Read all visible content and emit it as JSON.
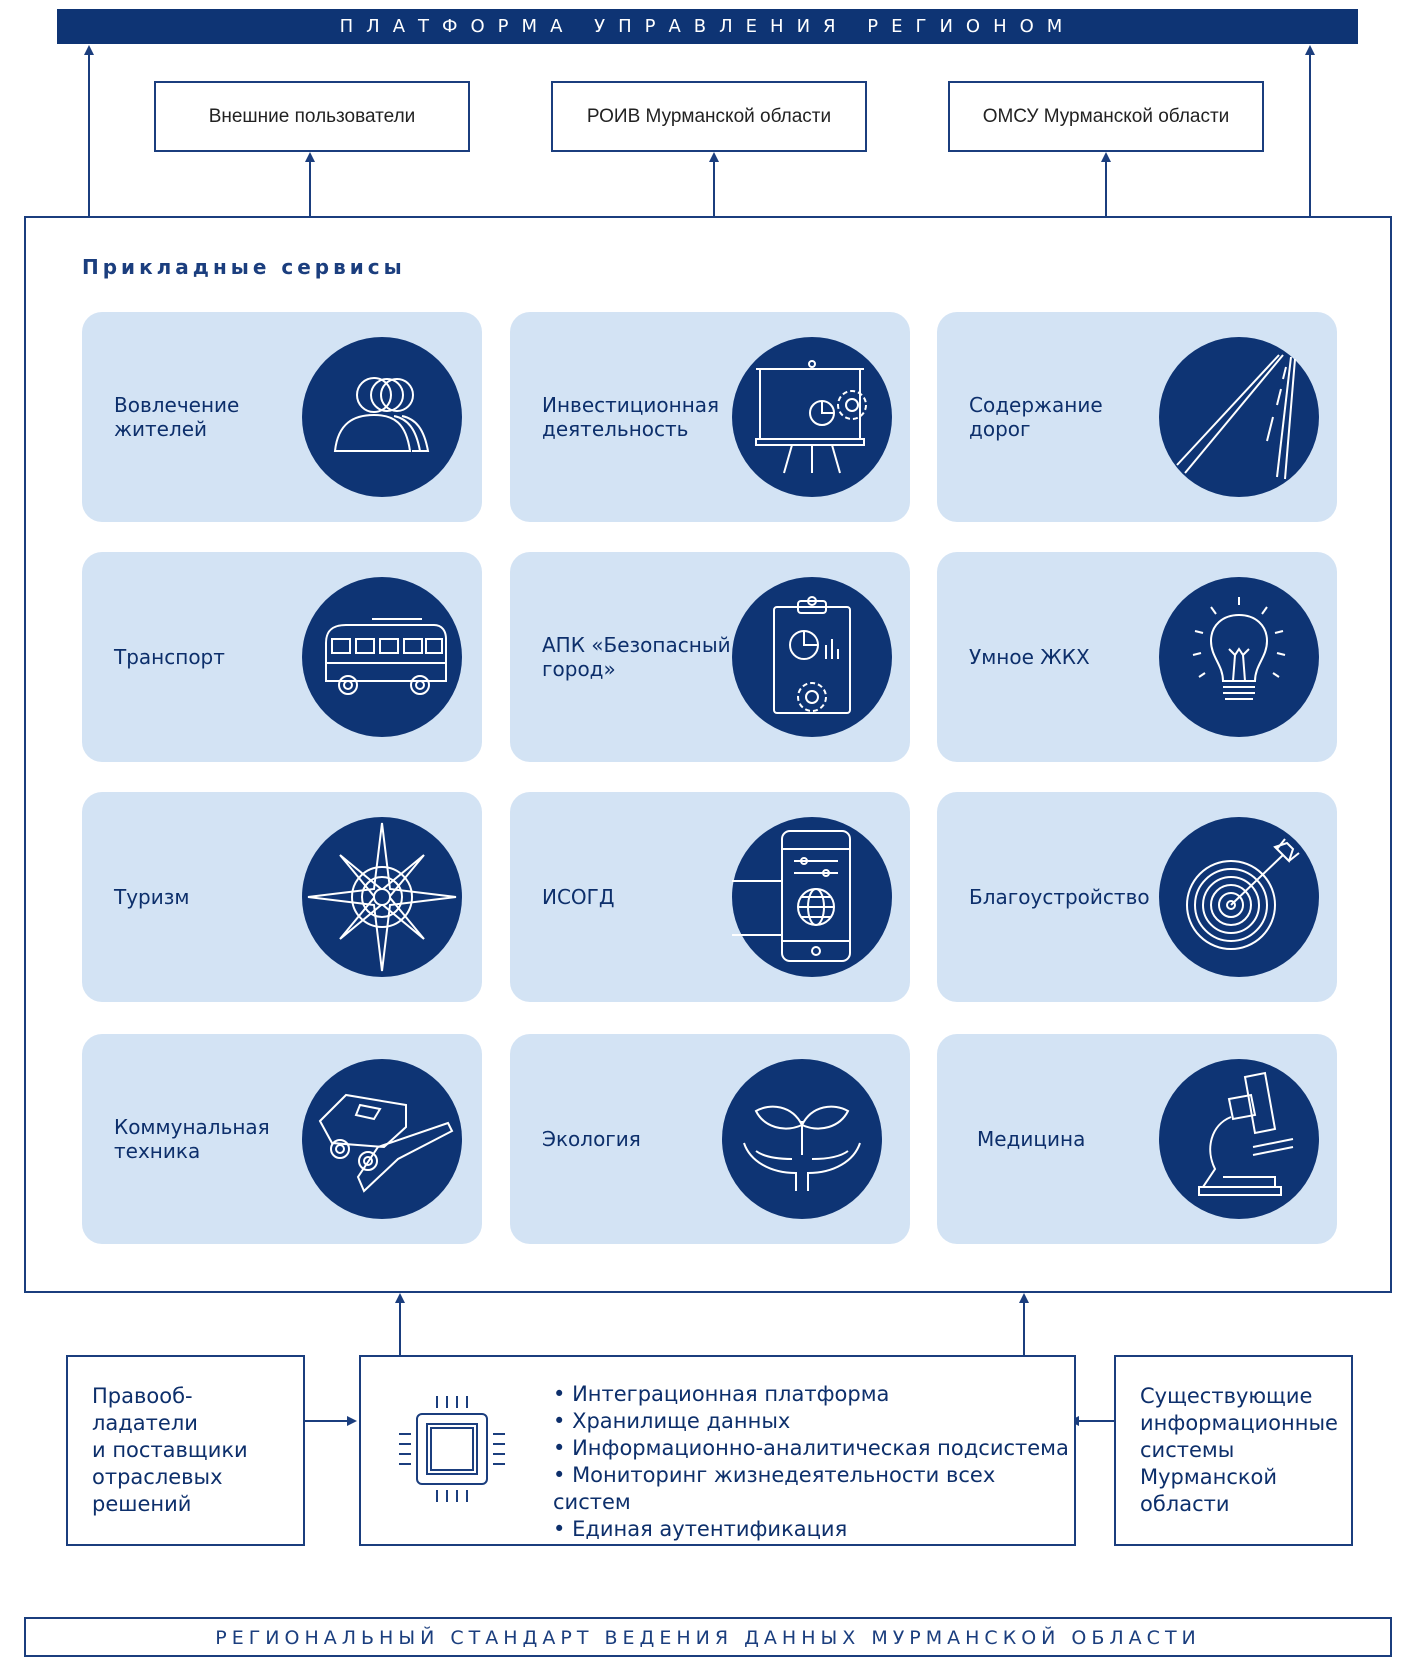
{
  "header": {
    "title": "ПЛАТФОРМА УПРАВЛЕНИЯ РЕГИОНОМ"
  },
  "users": [
    {
      "label": "Внешние пользователи"
    },
    {
      "label": "РОИВ Мурманской области"
    },
    {
      "label": "ОМСУ Мурманской области"
    }
  ],
  "services": {
    "title": "Прикладные сервисы",
    "items": [
      {
        "label": "Вовлечение жителей",
        "icon": "people-icon"
      },
      {
        "label": "Инвестиционная деятельность",
        "icon": "presentation-board-icon"
      },
      {
        "label": "Содержание дорог",
        "icon": "road-icon"
      },
      {
        "label": "Транспорт",
        "icon": "bus-icon"
      },
      {
        "label": "АПК «Безопасный город»",
        "icon": "clipboard-chart-icon"
      },
      {
        "label": "Умное ЖКХ",
        "icon": "lightbulb-icon"
      },
      {
        "label": "Туризм",
        "icon": "compass-rose-icon"
      },
      {
        "label": "ИСОГД",
        "icon": "smartphone-globe-icon"
      },
      {
        "label": "Благоустройство",
        "icon": "target-icon"
      },
      {
        "label": "Коммунальная техника",
        "icon": "utility-vehicle-icon"
      },
      {
        "label": "Экология",
        "icon": "hands-plant-icon"
      },
      {
        "label": "Медицина",
        "icon": "microscope-icon"
      }
    ]
  },
  "left_box": {
    "label": "Правооб-\nладатели\nи поставщики\nотраслевых\nрешений"
  },
  "center_box": {
    "icon": "chip-icon",
    "bullets": [
      "Интеграционная платформа",
      "Хранилище данных",
      "Информационно-аналитическая подсистема",
      "Мониторинг жизнедеятельности всех систем",
      "Единая аутентификация"
    ]
  },
  "right_box": {
    "label": "Существующие\nинформационные\nсистемы\nМурманской\nобласти"
  },
  "footer": {
    "title": "РЕГИОНАЛЬНЫЙ СТАНДАРТ ВЕДЕНИЯ ДАННЫХ МУРМАНСКОЙ ОБЛАСТИ"
  },
  "colors": {
    "navy": "#0e3474",
    "card": "#d3e3f4",
    "line": "#1b3e7e"
  }
}
